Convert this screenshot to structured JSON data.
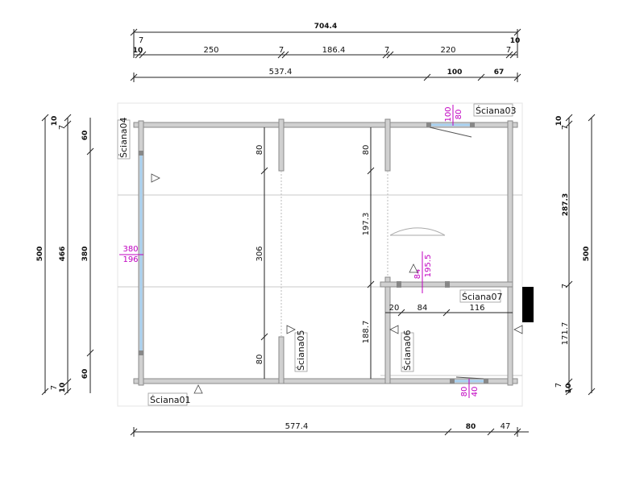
{
  "top_dims": {
    "total": "704.4",
    "wall_a": "7",
    "left_edge": "10",
    "room1": "250",
    "wall_b": "7",
    "room2": "186.4",
    "wall_c": "7",
    "room3": "220",
    "wall_d": "7",
    "right_edge": "10",
    "seg_left": "537.4",
    "seg_door": "100",
    "seg_right": "67"
  },
  "bottom_dims": {
    "seg_left": "577.4",
    "seg_door": "80",
    "seg_right": "47"
  },
  "left_dims": {
    "total": "500",
    "inner": "466",
    "window_span": "380",
    "top_a": "10",
    "top_b": "7",
    "top_c": "60",
    "bot_a": "7",
    "bot_b": "10",
    "bot_c": "60"
  },
  "right_dims": {
    "total": "500",
    "upper": "287.3",
    "lower": "171.7",
    "top_a": "10",
    "top_b": "7",
    "mid": "7",
    "bot_a": "7",
    "bot_b": "10"
  },
  "interior": {
    "w5_top": "80",
    "w5_mid": "306",
    "w5_bot": "80",
    "w6_top": "80",
    "w6_upper": "197.3",
    "w6_lower": "188.7",
    "w7_a": "20",
    "w7_b": "84",
    "w7_c": "116"
  },
  "openings": {
    "left_window_width": "380",
    "left_window_height": "196",
    "top_door_width": "100",
    "top_door_height": "80",
    "bottom_window_width": "80",
    "bottom_window_height": "40",
    "inner_door_width": "84",
    "inner_door_height": "195.5"
  },
  "walls": {
    "w01": "Ściana01",
    "w03": "Ściana03",
    "w04": "Ściana04",
    "w05": "Ściana05",
    "w06": "Ściana06",
    "w07": "Ściana07"
  },
  "colors": {
    "magenta": "#c000c0",
    "window": "#a8d0ef",
    "wall": "#d0d0d0"
  }
}
